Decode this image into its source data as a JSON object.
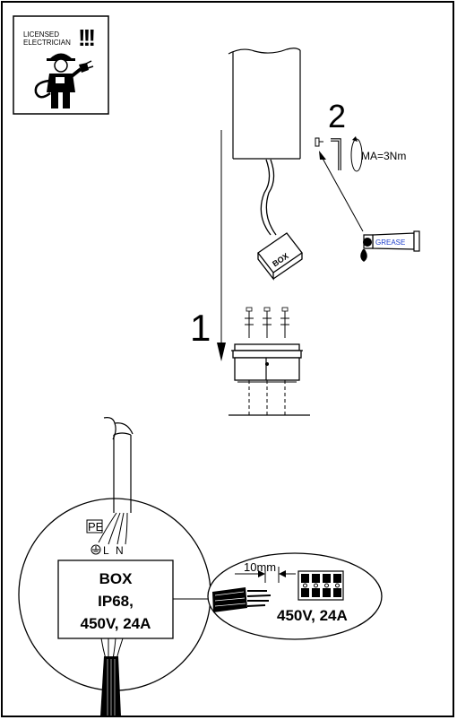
{
  "badge": {
    "line1": "LICENSED",
    "line2": "ELECTRICIAN",
    "exclaim": "!!!",
    "worker_icon": "electrician-with-plug-icon"
  },
  "steps": {
    "step1": "1",
    "step2": "2"
  },
  "torque": "MA=3Nm",
  "grease_label": "GREASE",
  "box_tag": "BOX",
  "junction": {
    "pe": "PE",
    "l": "L",
    "n": "N",
    "box_line1": "BOX",
    "box_line2": "IP68,",
    "box_line3": "450V, 24A"
  },
  "strip": {
    "length": "10mm",
    "rating": "450V, 24A"
  }
}
